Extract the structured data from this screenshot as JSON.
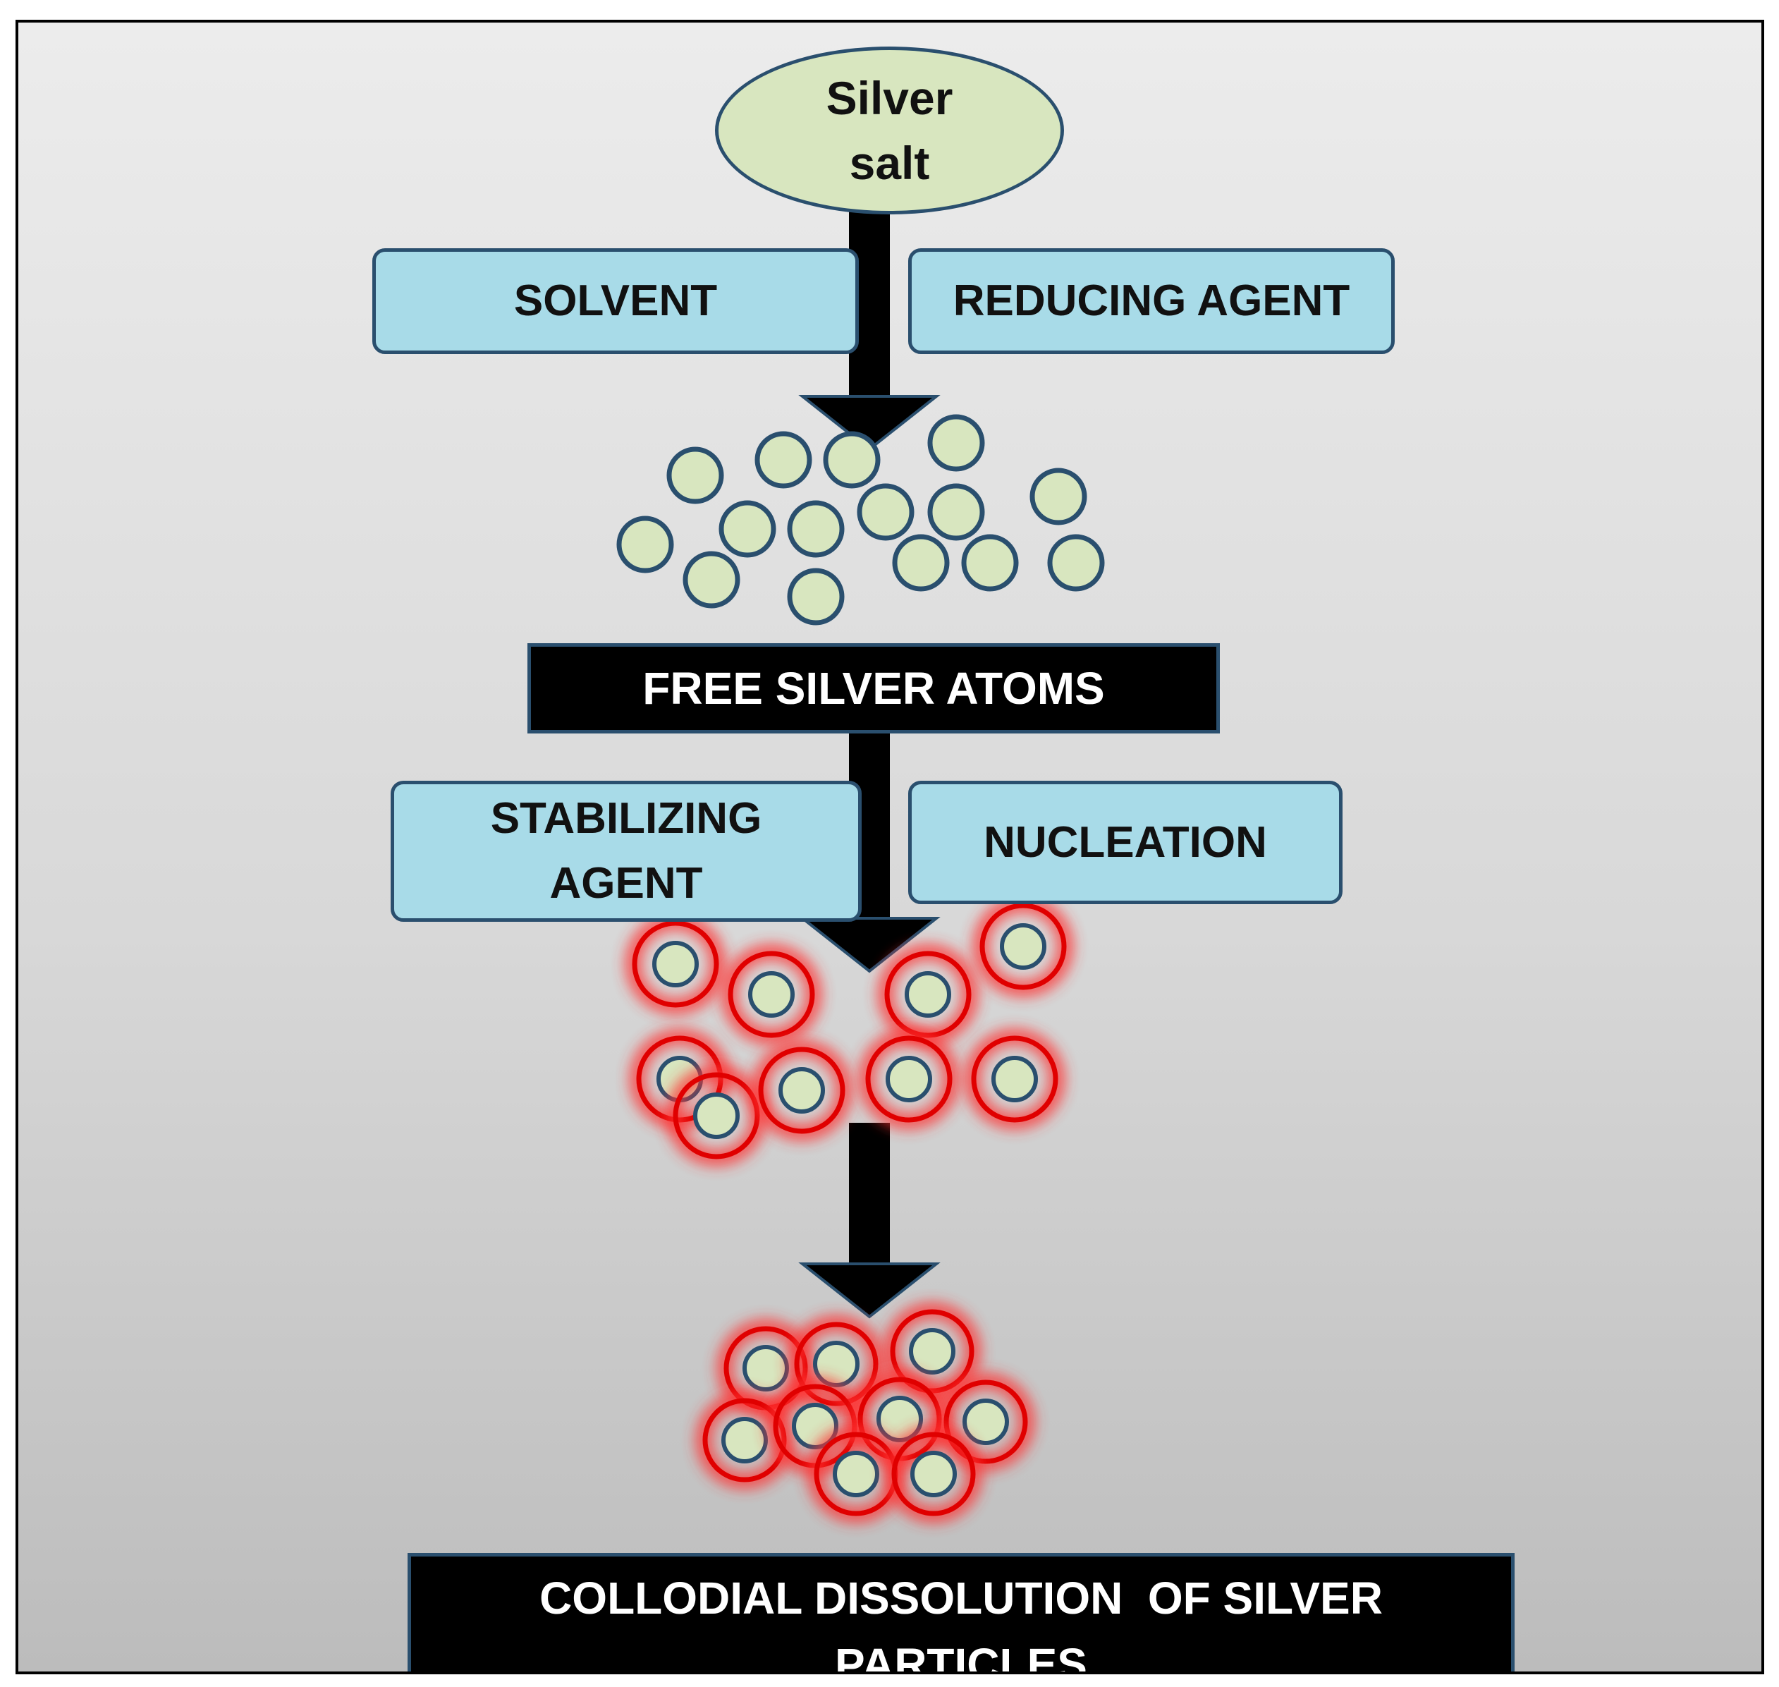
{
  "source": {
    "line1": "Silver",
    "line2": "salt"
  },
  "inputs": {
    "solvent": "SOLVENT",
    "reducing_agent": "REDUCING AGENT"
  },
  "free_atoms": {
    "label": "FREE SILVER ATOMS"
  },
  "processes": {
    "stabilizing_line1": "STABILIZING",
    "stabilizing_line2": "AGENT",
    "nucleation": "NUCLEATION"
  },
  "result": {
    "line1": "COLLODIAL DISSOLUTION  OF SILVER",
    "line2": "PARTICLES"
  },
  "colors": {
    "atom_fill": "#d8e6bf",
    "atom_stroke": "#2a4f6e",
    "box_fill": "#a8dbe8",
    "stabilizer_ring": "#ff0000",
    "arrow": "#000000"
  }
}
